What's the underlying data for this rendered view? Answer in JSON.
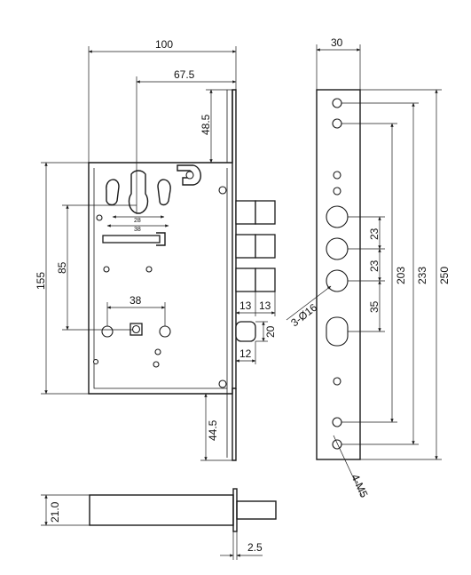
{
  "drawing": {
    "overall_width": "100",
    "spindle_offset": "67.5",
    "top_offset": "48.5",
    "case_height": "155",
    "cylinder_distance": "85",
    "hole_spacing": "38",
    "small_width_28": "28",
    "small_width_38": "38",
    "bolt_width_left": "13",
    "bolt_width_right": "13",
    "latch_height": "20",
    "latch_width": "12",
    "bottom_offset": "44.5",
    "faceplate_width": "30",
    "bolt_pitch_1": "23",
    "bolt_pitch_2": "23",
    "spacing_35": "35",
    "length_203": "203",
    "length_233": "233",
    "length_250": "250",
    "hole_callout": "3-Ø16",
    "screw_callout": "4-M5",
    "thickness": "21.0",
    "faceplate_thickness": "2.5"
  },
  "colors": {
    "line": "#1a1a1a",
    "background": "#ffffff"
  }
}
